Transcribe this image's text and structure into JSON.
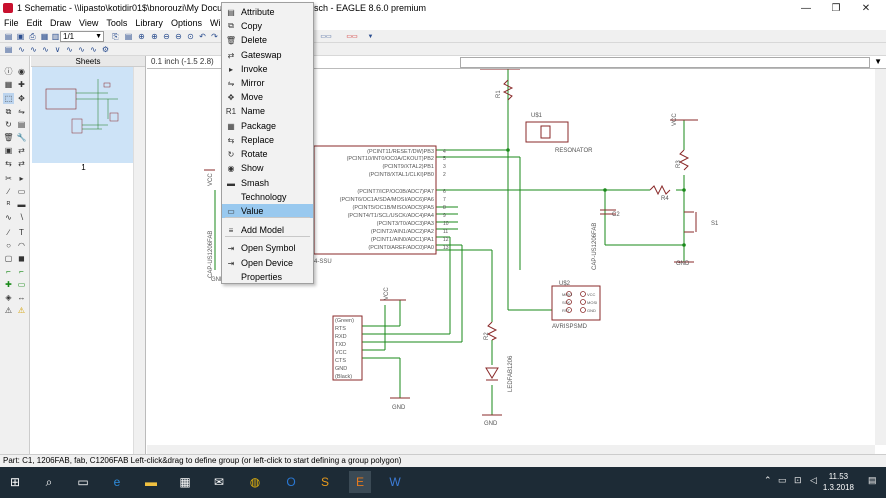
{
  "window": {
    "title_left": "1 Schematic - \\\\lipasto\\kotidir01$\\bnorouzi\\My Docume",
    "title_right": "sch - EAGLE 8.6.0 premium",
    "minimize": "—",
    "maximize": "❐",
    "close": "✕"
  },
  "menubar": {
    "items": [
      "File",
      "Edit",
      "Draw",
      "View",
      "Tools",
      "Library",
      "Options",
      "Window"
    ]
  },
  "toolbar": {
    "zoom_value": "1/1"
  },
  "sheets": {
    "header": "Sheets",
    "page_number": "1"
  },
  "coord": {
    "text": "0.1 inch (-1.5 2.8)"
  },
  "context_menu": {
    "items": [
      {
        "label": "Attribute",
        "icon": "attribute-icon",
        "glyph": "▤"
      },
      {
        "label": "Copy",
        "icon": "copy-icon",
        "glyph": "⧉"
      },
      {
        "label": "Delete",
        "icon": "delete-icon",
        "glyph": "🗑"
      },
      {
        "label": "Gateswap",
        "icon": "gateswap-icon",
        "glyph": "⇄"
      },
      {
        "label": "Invoke",
        "icon": "invoke-icon",
        "glyph": "▸"
      },
      {
        "label": "Mirror",
        "icon": "mirror-icon",
        "glyph": "⇋"
      },
      {
        "label": "Move",
        "icon": "move-icon",
        "glyph": "✥"
      },
      {
        "label": "Name",
        "icon": "name-icon",
        "glyph": "R1"
      },
      {
        "label": "Package",
        "icon": "package-icon",
        "glyph": "▦"
      },
      {
        "label": "Replace",
        "icon": "replace-icon",
        "glyph": "⇆"
      },
      {
        "label": "Rotate",
        "icon": "rotate-icon",
        "glyph": "↻"
      },
      {
        "label": "Show",
        "icon": "show-icon",
        "glyph": "◉"
      },
      {
        "label": "Smash",
        "icon": "smash-icon",
        "glyph": "▬"
      },
      {
        "label": "Technology",
        "icon": "technology-icon",
        "glyph": ""
      },
      {
        "label": "Value",
        "icon": "value-icon",
        "glyph": "▭"
      },
      {
        "label": "Add Model",
        "icon": "add-model-icon",
        "glyph": "≡"
      },
      {
        "label": "Open Symbol",
        "icon": "open-symbol-icon",
        "glyph": "⇥"
      },
      {
        "label": "Open Device",
        "icon": "open-device-icon",
        "glyph": "⇥"
      },
      {
        "label": "Properties",
        "icon": "properties-icon",
        "glyph": ""
      }
    ],
    "highlighted_index": 14
  },
  "schematic": {
    "r1": "R1",
    "u1": "U$1",
    "resonator": "RESONATOR",
    "vcc": "VCC",
    "gnd": "GND",
    "r3": "R3",
    "r4": "R4",
    "s1": "S1",
    "c2": "C2",
    "cap_label": "CAP-US1206FAB",
    "u2": "U$2",
    "avrisp": "AVRISPSMD",
    "r2": "R2",
    "led_label": "LEDFAB1206",
    "ssu": "4-SSU",
    "mcu_pins": [
      "(PCINT11/RESET/DW)PB3",
      "(PCINT10/INT0/OC0A/CKOUT)PB2",
      "(PCINT9/XTAL2)PB1",
      "(PCINT8/XTAL1/CLKI)PB0",
      "(PCINT7/ICP/OC0B/ADC7)PA7",
      "(PCINT6/OC1A/SDA/MOSI/ADC6)PA6",
      "(PCINT5/OC1B/MISO/ADC5)PA5",
      "(PCINT4/T1/SCL/USCK/ADC4)PA4",
      "(PCINT3/T0/ADC3)PA3",
      "(PCINT2/AIN1/ADC2)PA2",
      "(PCINT1/AIN0/ADC1)PA1",
      "(PCINT0/AREF/ADC0)PA0"
    ],
    "mcu_pin_numbers": [
      "4",
      "5",
      "3",
      "2",
      "6",
      "7",
      "8",
      "9",
      "10",
      "11",
      "12",
      "13"
    ],
    "ftdi_pins": [
      "(Green)",
      "RTS",
      "RXD",
      "TXD",
      "VCC",
      "CTS",
      "GND",
      "(Black)"
    ],
    "isp_pins": [
      "MISO",
      "SCK",
      "RST",
      "VCC",
      "MOSI",
      "GND"
    ]
  },
  "status": {
    "text": "Part: C1, 1206FAB, fab, C1206FAB Left-click&drag to define group (or left-click to start defining a group polygon)"
  },
  "clock": {
    "time": "11.53",
    "date": "1.3.2018"
  }
}
